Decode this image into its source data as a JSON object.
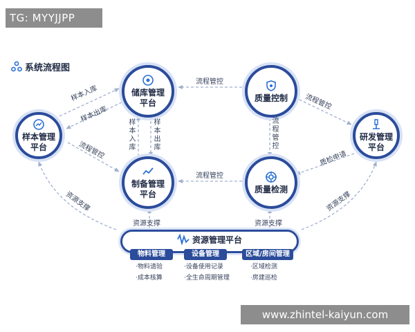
{
  "overlay_tag": "TG: MYYJJPP",
  "diagram_title": "系统流程图",
  "nodes": {
    "sample_mgmt": "样本管理\n平台",
    "storage_mgmt": "储库管理\n平台",
    "prep_mgmt": "制备管理\n平台",
    "quality_control": "质量控制",
    "quality_test": "质量检测",
    "rd_mgmt": "研发管理\n平台"
  },
  "edges": {
    "sample_in_upper": "样本入库",
    "sample_out_upper": "样本出库",
    "process_ctrl_sample_prep": "流程管控",
    "sample_in_vertical": "样本入库",
    "sample_out_vertical": "样本出库",
    "process_ctrl_top": "流程管控",
    "process_ctrl_qc_qt": "流程管控",
    "process_ctrl_qc_rd": "流程管控",
    "process_ctrl_mid": "流程管控",
    "post_test_request": "质检申请",
    "resource_support_left": "资源支撑",
    "resource_support_right": "资源支撑",
    "resource_support_prep": "资源支撑",
    "resource_support_qt": "资源支撑"
  },
  "resource_platform": {
    "title": "资源管理平台",
    "modules": [
      {
        "name": "物料管理",
        "items": [
          "·物料请验",
          "·成本核算"
        ]
      },
      {
        "name": "设备管理",
        "items": [
          "·设备使用记录",
          "·全生命周期管理"
        ]
      },
      {
        "name": "区域/房间管理",
        "items": [
          "·区域检测",
          "·房建巡检"
        ]
      }
    ]
  },
  "watermark": "www.zhintel-kaiyun.com",
  "colors": {
    "primary": "#2b4c9b",
    "halo": "#d8e2f6",
    "arrow": "#9fb0cf"
  }
}
